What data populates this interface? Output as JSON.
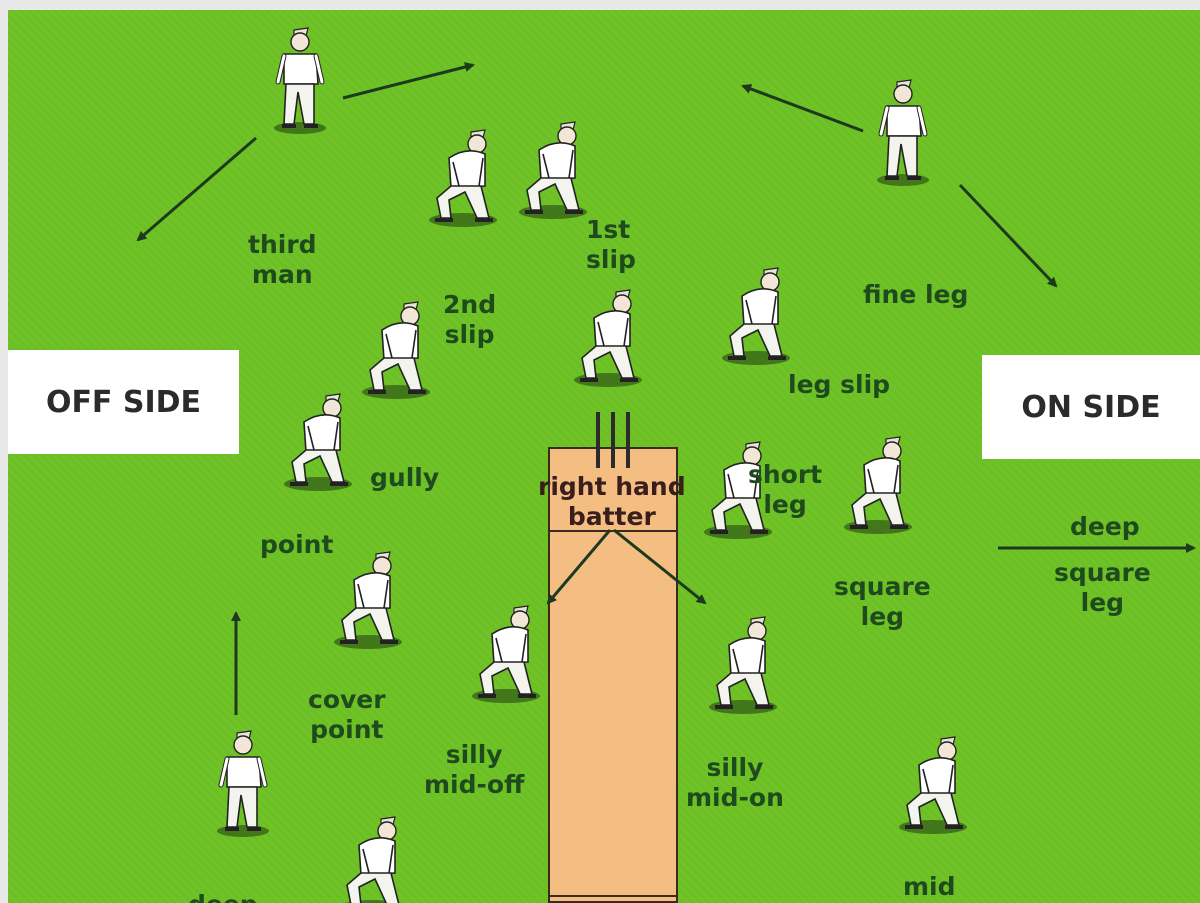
{
  "sides": {
    "off": "OFF SIDE",
    "on": "ON SIDE"
  },
  "positions": {
    "third_man": "third\nman",
    "first_slip": "1st\nslip",
    "second_slip": "2nd\nslip",
    "fine_leg": "fine leg",
    "leg_slip": "leg slip",
    "gully": "gully",
    "batter": "right hand\nbatter",
    "short_leg": "short\nleg",
    "square_leg": "square\nleg",
    "deep_square_leg_top": "deep",
    "deep_square_leg_bottom": "square\nleg",
    "point": "point",
    "cover_point": "cover\npoint",
    "silly_mid_off": "silly\nmid-off",
    "silly_mid_on": "silly\nmid-on",
    "mid": "mid",
    "deep": "deep"
  },
  "colors": {
    "field": "#6cc023",
    "label_text": "#1e4a1e",
    "pitch": "#f4be82",
    "arrow": "#1e3a1e"
  }
}
